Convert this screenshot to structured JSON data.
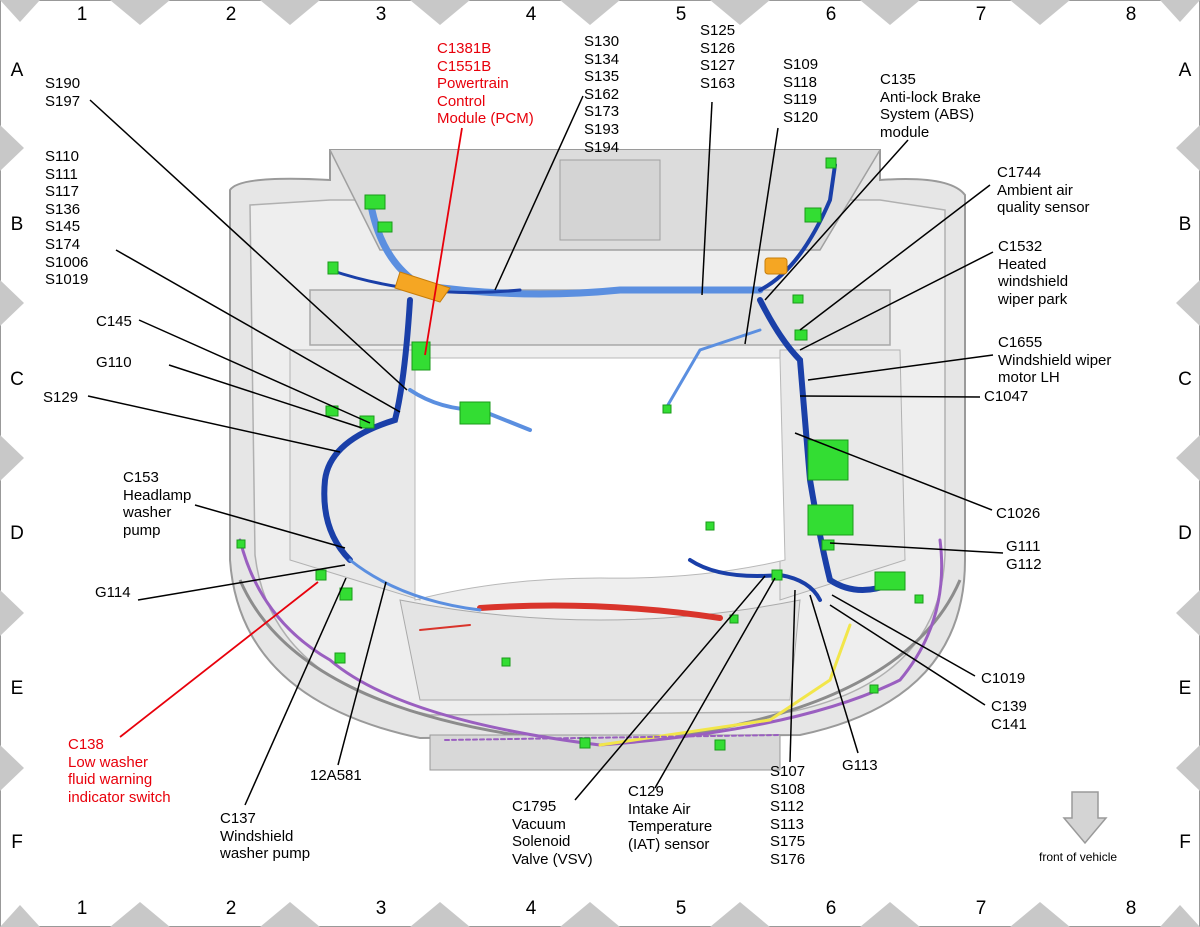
{
  "grid": {
    "columns": [
      "1",
      "2",
      "3",
      "4",
      "5",
      "6",
      "7",
      "8"
    ],
    "rows": [
      "A",
      "B",
      "C",
      "D",
      "E",
      "F"
    ]
  },
  "labels": {
    "s190": "S190\nS197",
    "s110": "S110\nS111\nS117\nS136\nS145\nS174\nS1006\nS1019",
    "c145": "C145",
    "g110": "G110",
    "s129": "S129",
    "c153": "C153\nHeadlamp\nwasher\npump",
    "g114": "G114",
    "c138": "C138\nLow washer\nfluid warning\nindicator switch",
    "c137": "C137\nWindshield\nwasher pump",
    "a12a581": "12A581",
    "c1381b": "C1381B\nC1551B\nPowertrain\nControl\nModule (PCM)",
    "s130": "S130\nS134\nS135\nS162\nS173\nS193\nS194",
    "s125": "S125\nS126\nS127\nS163",
    "s109": "S109\nS118\nS119\nS120",
    "c135": "C135\nAnti-lock Brake\nSystem (ABS)\nmodule",
    "c1744": "C1744\nAmbient air\nquality sensor",
    "c1532": "C1532\nHeated\nwindshield\nwiper park",
    "c1655": "C1655\nWindshield wiper\nmotor LH",
    "c1047": "C1047",
    "c1026": "C1026",
    "g111": "G111\nG112",
    "c1019": "C1019",
    "c139": "C139\nC141",
    "g113": "G113",
    "s107": "S107\nS108\nS112\nS113\nS175\nS176",
    "c129": "C129\nIntake Air\nTemperature\n(IAT) sensor",
    "c1795": "C1795\nVacuum\nSolenoid\nValve (VSV)",
    "front": "front of vehicle"
  },
  "colors": {
    "harness_dark": "#1a3fa8",
    "harness_light": "#5b8fe0",
    "connector_green": "#33dd33",
    "connector_orange": "#f5a623",
    "harness_red": "#d9342b",
    "harness_purple": "#9a5fc0",
    "harness_yellow": "#f2e64a",
    "callout_red": "#e8000b"
  }
}
